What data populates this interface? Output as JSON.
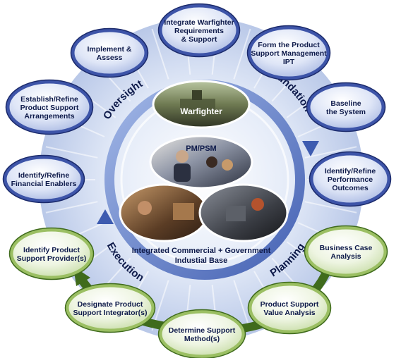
{
  "colors": {
    "blue_node_fill": "#3d54a8",
    "blue_node_edge": "#1b2a6b",
    "green_node_fill": "#9bbf63",
    "green_node_edge": "#3f6b1c",
    "ring_arrow": "#5b7fcf",
    "green_arrow": "#3f6b1c",
    "label_text": "#0e1a4a"
  },
  "blue_nodes": [
    {
      "lines": [
        "Integrate Warfighter",
        "Requirements",
        "& Support"
      ]
    },
    {
      "lines": [
        "Form the Product",
        "Support Management",
        "IPT"
      ]
    },
    {
      "lines": [
        "Baseline",
        "the System"
      ]
    },
    {
      "lines": [
        "Identify/Refine",
        "Performance",
        "Outcomes"
      ]
    },
    {
      "lines": [
        "Implement &",
        "Assess"
      ]
    },
    {
      "lines": [
        "Establish/Refine",
        "Product Support",
        "Arrangements"
      ]
    },
    {
      "lines": [
        "Identify/Refine",
        "Financial Enablers"
      ]
    }
  ],
  "green_nodes": [
    {
      "lines": [
        "Business Case",
        "Analysis"
      ]
    },
    {
      "lines": [
        "Product Support",
        "Value Analysis"
      ]
    },
    {
      "lines": [
        "Determine Support",
        "Method(s)"
      ]
    },
    {
      "lines": [
        "Designate Product",
        "Support Integrator(s)"
      ]
    },
    {
      "lines": [
        "Identify Product",
        "Support Provider(s)"
      ]
    }
  ],
  "phases": {
    "oversight": "Oversight",
    "foundation": "Foundation",
    "planning": "Planning",
    "execution": "Execution"
  },
  "center": {
    "warfighter": "Warfighter",
    "pm_psm": "PM/PSM",
    "base_line1": "Integrated Commercial + Government",
    "base_line2": "Industial Base"
  }
}
